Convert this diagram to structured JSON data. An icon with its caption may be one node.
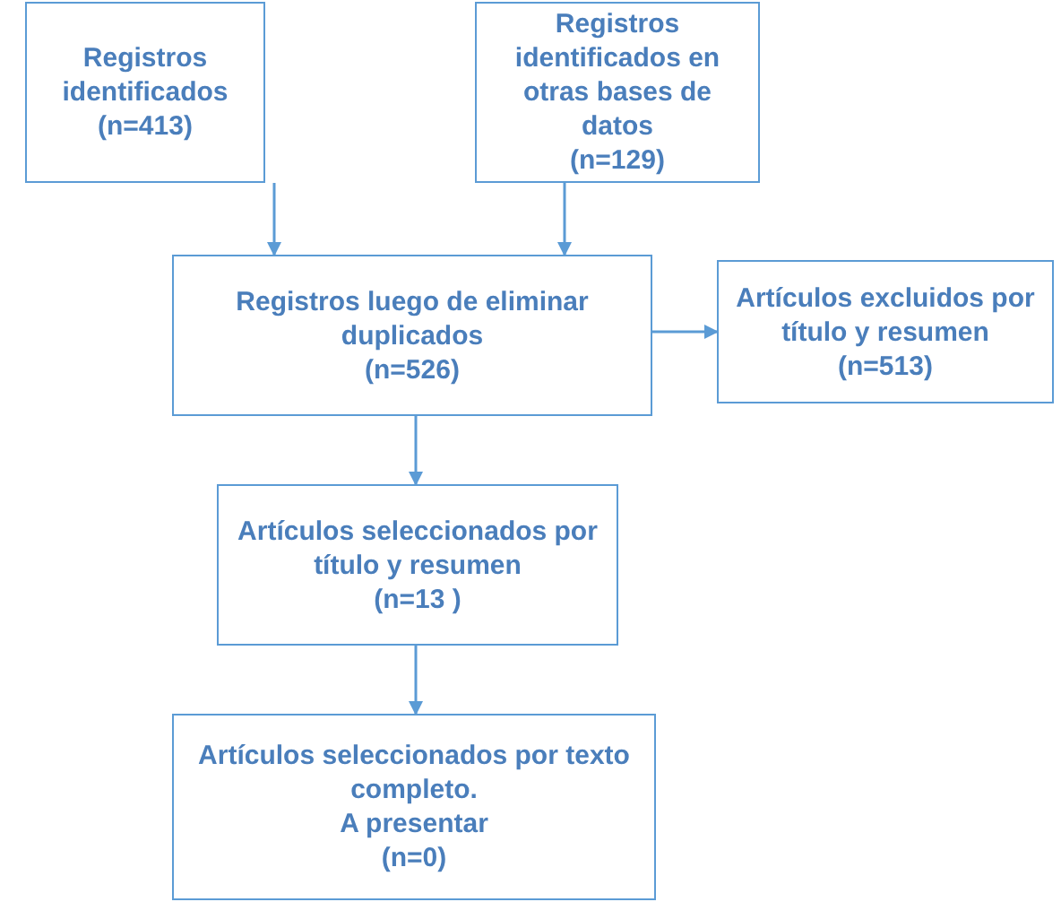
{
  "diagram": {
    "nodes": [
      {
        "text": [
          "Registros identificados",
          "(n=413)"
        ]
      },
      {
        "text": [
          "Registros identificados en otras bases de datos",
          "(n=129)"
        ]
      },
      {
        "text": [
          "Registros luego de eliminar duplicados",
          "(n=526)"
        ]
      },
      {
        "text": [
          "Artículos excluidos por título y resumen",
          "(n=513)"
        ]
      },
      {
        "text": [
          "Artículos seleccionados por título y resumen",
          "(n=13 )"
        ]
      },
      {
        "text": [
          "Artículos seleccionados por texto completo.",
          "A presentar",
          "(n=0)"
        ]
      }
    ],
    "edges": [
      {
        "from": 0,
        "to": 2,
        "arrow": "to"
      },
      {
        "from": 1,
        "to": 2,
        "arrow": "to"
      },
      {
        "from": 2,
        "to": 3,
        "arrow": "to"
      },
      {
        "from": 2,
        "to": 4,
        "arrow": "to"
      },
      {
        "from": 4,
        "to": 5,
        "arrow": "to"
      }
    ]
  }
}
